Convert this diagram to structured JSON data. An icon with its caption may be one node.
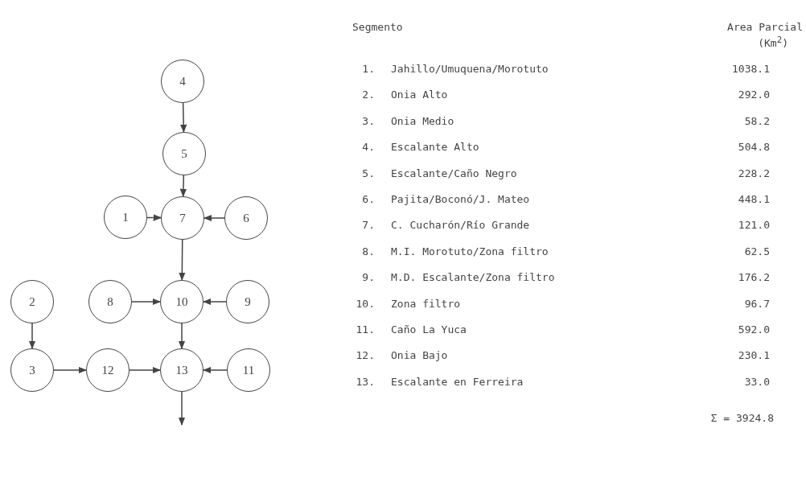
{
  "diagram": {
    "nodes": [
      {
        "text": [
          "4"
        ]
      },
      {
        "text": [
          "5"
        ]
      },
      {
        "text": [
          "1"
        ]
      },
      {
        "text": [
          "7"
        ]
      },
      {
        "text": [
          "6"
        ]
      },
      {
        "text": [
          "2"
        ]
      },
      {
        "text": [
          "8"
        ]
      },
      {
        "text": [
          "10"
        ]
      },
      {
        "text": [
          "9"
        ]
      },
      {
        "text": [
          "3"
        ]
      },
      {
        "text": [
          "12"
        ]
      },
      {
        "text": [
          "13"
        ]
      },
      {
        "text": [
          "11"
        ]
      }
    ],
    "edges": [
      {
        "from": 0,
        "to": 1,
        "arrow": "to"
      },
      {
        "from": 1,
        "to": 3,
        "arrow": "to"
      },
      {
        "from": 2,
        "to": 3,
        "arrow": "to"
      },
      {
        "from": 4,
        "to": 3,
        "arrow": "to"
      },
      {
        "from": 3,
        "to": 7,
        "arrow": "to"
      },
      {
        "from": 6,
        "to": 7,
        "arrow": "to"
      },
      {
        "from": 8,
        "to": 7,
        "arrow": "to"
      },
      {
        "from": 7,
        "to": 11,
        "arrow": "to"
      },
      {
        "from": 5,
        "to": 9,
        "arrow": "to"
      },
      {
        "from": 9,
        "to": 10,
        "arrow": "to"
      },
      {
        "from": 10,
        "to": 11,
        "arrow": "to"
      },
      {
        "from": 12,
        "to": 11,
        "arrow": "to"
      },
      {
        "from": 11,
        "to": null,
        "arrow": "to"
      }
    ],
    "labels": [
      "Segmento",
      "Area Parcial",
      "(Km$^{2}$)",
      "1.",
      "Jahillo/Umuquena/Morotuto",
      "1038.1",
      "2.",
      "Onia Alto",
      "292.0",
      "3.",
      "Onia Medio",
      "58.2",
      "4.",
      "Escalante Alto",
      "504.8",
      "5.",
      "Escalante/Caño Negro",
      "228.2",
      "6.",
      "Pajita/Boconó/J. Mateo",
      "448.1",
      "7.",
      "C. Cucharón/Río Grande",
      "121.0",
      "8.",
      "M.I. Morotuto/Zona filtro",
      "62.5",
      "9.",
      "M.D. Escalante/Zona filtro",
      "176.2",
      "10.",
      "Zona filtro",
      "96.7",
      "11.",
      "Caño La Yuca",
      "592.0",
      "12.",
      "Onia Bajo",
      "230.1",
      "13.",
      "Escalante en Ferreira",
      "33.0",
      "Σ = 3924.8"
    ]
  }
}
